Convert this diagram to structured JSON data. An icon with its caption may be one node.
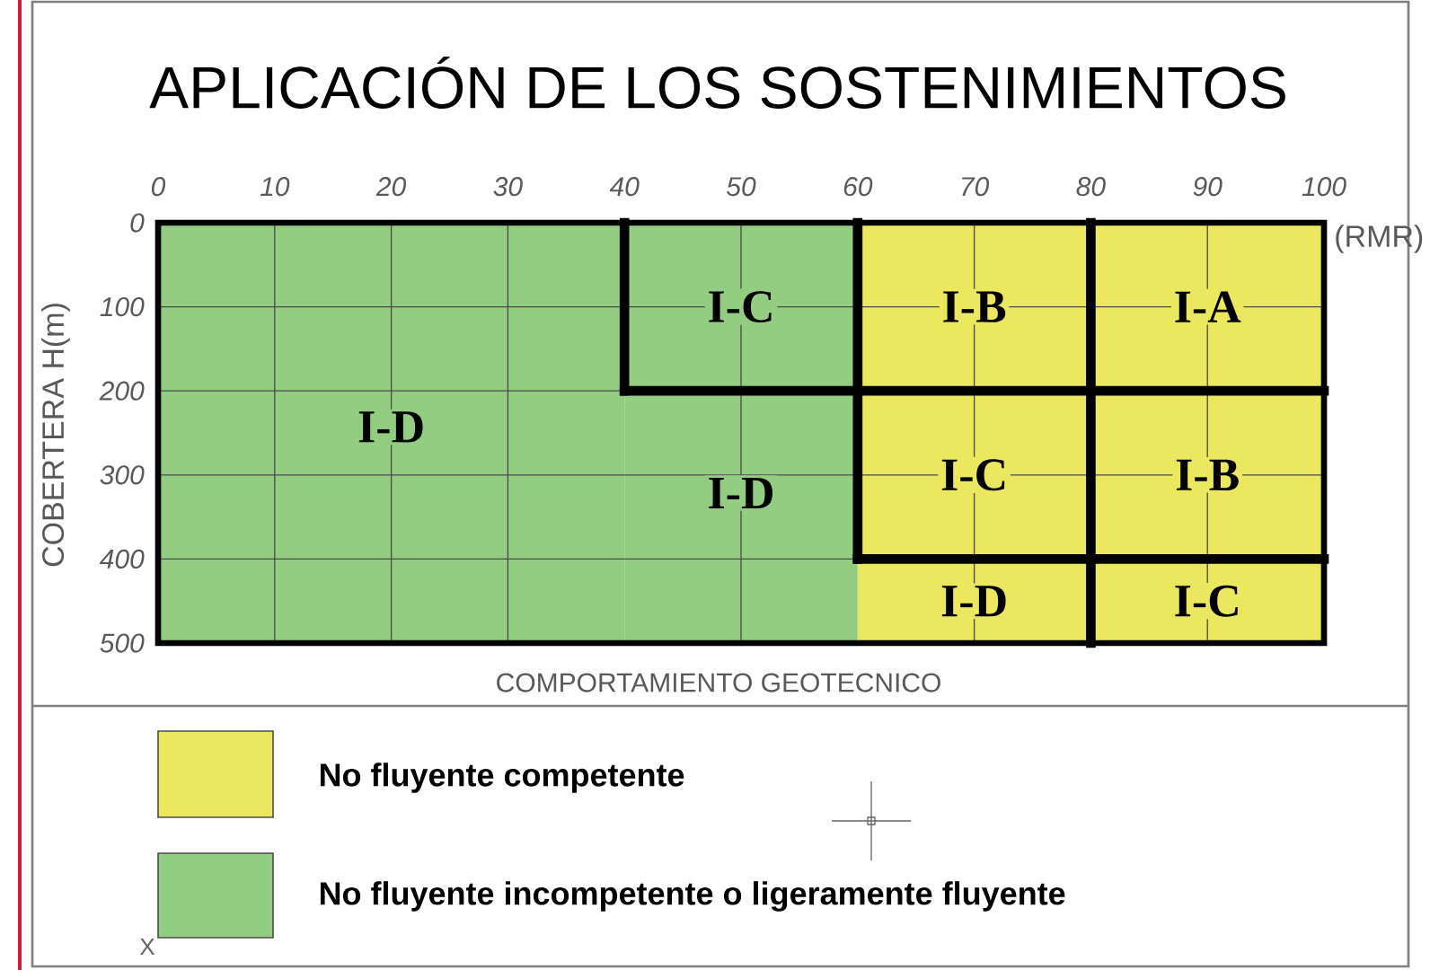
{
  "diagram": {
    "title": "APLICACIÓN DE LOS SOSTENIMIENTOS",
    "nodes": [
      {
        "text": [
          "I-C"
        ]
      },
      {
        "text": [
          "I-B"
        ]
      },
      {
        "text": [
          "I-A"
        ]
      },
      {
        "text": [
          "I-D"
        ]
      },
      {
        "text": [
          "I-C"
        ]
      },
      {
        "text": [
          "I-B"
        ]
      },
      {
        "text": [
          "I-D"
        ]
      },
      {
        "text": [
          "I-D"
        ]
      },
      {
        "text": [
          "I-C"
        ]
      }
    ],
    "labels": [
      "0",
      "10",
      "20",
      "30",
      "40",
      "50",
      "60",
      "70",
      "80",
      "90",
      "100",
      "(RMR)",
      "0",
      "100",
      "200",
      "300",
      "400",
      "500",
      "COBERTERA H(m)",
      "COMPORTAMIENTO GEOTECNICO",
      "X"
    ],
    "legend": [
      {
        "text": "No fluyente competente",
        "color": "#ebe85f"
      },
      {
        "text": "No fluyente incompetente o ligeramente fluyente",
        "color": "#92cd82"
      }
    ]
  }
}
